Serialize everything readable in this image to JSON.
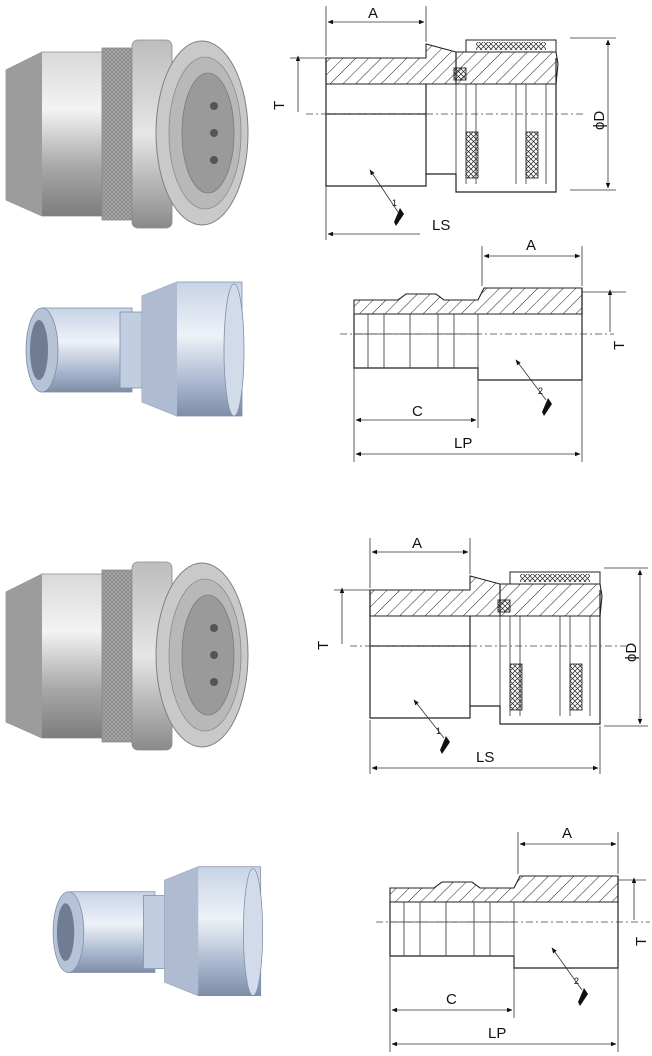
{
  "rows": [
    {
      "photo_icon": "female-socket-coupler-photo",
      "drawing_type": "socket-section",
      "labels": {
        "a": "A",
        "t": "T",
        "d": "ϕD",
        "len": "LS",
        "mark": "1"
      }
    },
    {
      "photo_icon": "male-plug-nipple-photo",
      "drawing_type": "plug-section",
      "labels": {
        "a": "A",
        "t": "T",
        "c": "C",
        "len": "LP",
        "mark": "2"
      }
    },
    {
      "photo_icon": "female-socket-coupler-photo",
      "drawing_type": "socket-section",
      "labels": {
        "a": "A",
        "t": "T",
        "d": "ϕD",
        "len": "LS",
        "mark": "1"
      }
    },
    {
      "photo_icon": "male-plug-nipple-photo",
      "drawing_type": "plug-section",
      "labels": {
        "a": "A",
        "t": "T",
        "c": "C",
        "len": "LP",
        "mark": "2"
      }
    }
  ]
}
